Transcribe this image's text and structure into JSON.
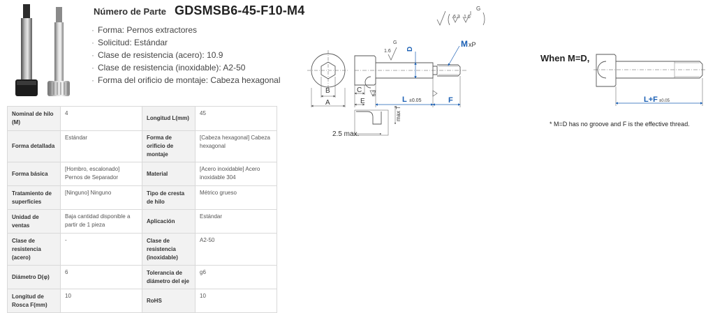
{
  "product": {
    "part_label": "Número de Parte",
    "part_number": "GDSMSB6-45-F10-M4",
    "features": [
      "Forma: Pernos extractores",
      "Solicitud: Estándar",
      "Clase de resistencia (acero): 10.9",
      "Clase de resistencia (inoxidable): A2-50",
      "Forma del orificio de montaje: Cabeza hexagonal"
    ]
  },
  "specs": [
    {
      "k1": "Nominal de hilo (M)",
      "v1": "4",
      "k2": "Longitud L(mm)",
      "v2": "45"
    },
    {
      "k1": "Forma detallada",
      "v1": "Estándar",
      "k2": "Forma de orificio de montaje",
      "v2": "[Cabeza hexagonal] Cabeza hexagonal"
    },
    {
      "k1": "Forma básica",
      "v1": "[Hombro, escalonado] Pernos de Separador",
      "k2": "Material",
      "v2": "[Acero inoxidable] Acero inoxidable 304"
    },
    {
      "k1": "Tratamiento de superficies",
      "v1": "[Ninguno] Ninguno",
      "k2": "Tipo de cresta de hilo",
      "v2": "Métrico grueso"
    },
    {
      "k1": "Unidad de ventas",
      "v1": "Baja cantidad disponible a partir de 1 pieza",
      "k2": "Aplicación",
      "v2": "Estándar"
    },
    {
      "k1": "Clase de resistencia (acero)",
      "v1": "-",
      "k2": "Clase de resistencia (inoxidable)",
      "v2": "A2-50"
    },
    {
      "k1": "Diámetro D(φ)",
      "v1": "6",
      "k2": "Tolerancia de diámetro del eje",
      "v2": "g6"
    },
    {
      "k1": "Longitud de Rosca F(mm)",
      "v1": "10",
      "k2": "RoHS",
      "v2": "10"
    }
  ],
  "diagram": {
    "roughness_1": "6.3",
    "roughness_2": "1.6",
    "roughness_g": "G",
    "label_g": "G",
    "label_16": "1.6",
    "label_d": "D",
    "label_mxp_m": "M",
    "label_mxp_p": "xP",
    "label_b": "B",
    "label_a": "A",
    "label_c": "C",
    "label_e": "E",
    "label_63": "6.3",
    "label_l": "L",
    "label_l_tol": "±0.05",
    "label_f": "F",
    "label_maxt": "max T",
    "label_25max": "2.5 max."
  },
  "alt_diagram": {
    "heading": "When M=D,",
    "label_lf": "L+F",
    "label_lf_tol": "±0.05",
    "note": "* M=D has no groove and F is the effective thread."
  },
  "colors": {
    "accent_blue": "#1a5fb4",
    "dim_line": "#555555"
  }
}
